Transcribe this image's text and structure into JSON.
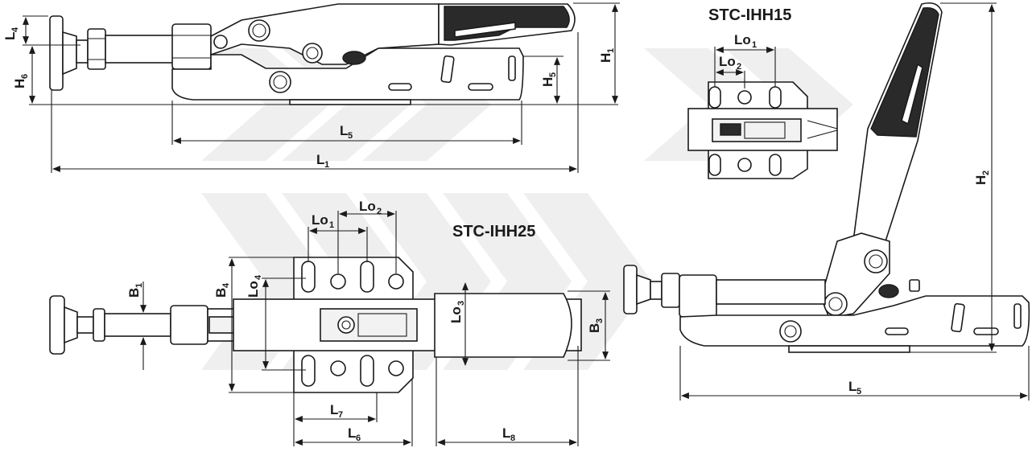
{
  "titles": {
    "ihh15": "STC-IHH15",
    "ihh25": "STC-IHH25"
  },
  "side_view": {
    "L4": {
      "main": "L",
      "sub": "4"
    },
    "H6": {
      "main": "H",
      "sub": "6"
    },
    "H5": {
      "main": "H",
      "sub": "5"
    },
    "H1": {
      "main": "H",
      "sub": "1"
    },
    "L5": {
      "main": "L",
      "sub": "5"
    },
    "L1": {
      "main": "L",
      "sub": "1"
    }
  },
  "top_view_15": {
    "Lo1": {
      "main": "Lo",
      "sub": "1"
    },
    "Lo2": {
      "main": "Lo",
      "sub": "2"
    }
  },
  "top_view_25": {
    "Lo1": {
      "main": "Lo",
      "sub": "1"
    },
    "Lo2": {
      "main": "Lo",
      "sub": "2"
    },
    "Lo3": {
      "main": "Lo",
      "sub": "3"
    },
    "Lo4": {
      "main": "Lo",
      "sub": "4"
    },
    "B1": {
      "main": "B",
      "sub": "1"
    },
    "B3": {
      "main": "B",
      "sub": "3"
    },
    "B4": {
      "main": "B",
      "sub": "4"
    },
    "L6": {
      "main": "L",
      "sub": "6"
    },
    "L7": {
      "main": "L",
      "sub": "7"
    },
    "L8": {
      "main": "L",
      "sub": "8"
    }
  },
  "open_view": {
    "H2": {
      "main": "H",
      "sub": "2"
    },
    "L5": {
      "main": "L",
      "sub": "5"
    }
  }
}
